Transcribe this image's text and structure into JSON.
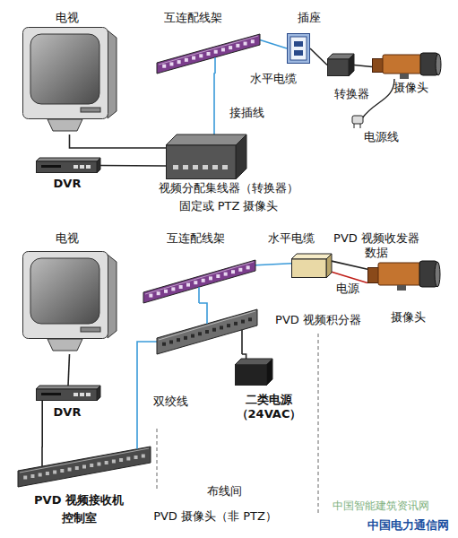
{
  "diagram": {
    "nodes": [
      {
        "text": [
          "电视"
        ]
      },
      {
        "text": [
          "互连配线架"
        ]
      },
      {
        "text": [
          "插座"
        ]
      },
      {
        "text": [
          "转换器"
        ]
      },
      {
        "text": [
          "摄像头"
        ]
      },
      {
        "text": [
          "DVR"
        ]
      },
      {
        "text": [
          "视频分配集线器（转换器）"
        ]
      },
      {
        "text": [
          "电视"
        ]
      },
      {
        "text": [
          "互连配线架"
        ]
      },
      {
        "text": [
          "PVD 视频收发器"
        ]
      },
      {
        "text": [
          "摄像头"
        ]
      },
      {
        "text": [
          "PVD 视频积分器"
        ]
      },
      {
        "text": [
          "DVR"
        ]
      },
      {
        "text": [
          "二类电源 （24VAC）"
        ]
      },
      {
        "text": [
          "PVD 视频接收机"
        ]
      }
    ],
    "edges": [
      {
        "from": 0,
        "to": 6,
        "arrow": "none"
      },
      {
        "from": 5,
        "to": 6,
        "arrow": "none"
      },
      {
        "from": 6,
        "to": 1,
        "label": "接插线",
        "arrow": "none"
      },
      {
        "from": 1,
        "to": 2,
        "label": "水平电缆",
        "arrow": "none"
      },
      {
        "from": 2,
        "to": 3,
        "arrow": "none"
      },
      {
        "from": 3,
        "to": 4,
        "arrow": "none"
      },
      {
        "from": 7,
        "to": 12,
        "arrow": "none"
      },
      {
        "from": 12,
        "to": 14,
        "arrow": "none"
      },
      {
        "from": 14,
        "to": 11,
        "label": "双绞线",
        "arrow": "none"
      },
      {
        "from": 11,
        "to": 8,
        "arrow": "none"
      },
      {
        "from": 8,
        "to": 9,
        "label": "水平电缆",
        "arrow": "none"
      },
      {
        "from": 9,
        "to": 10,
        "label": "数据",
        "arrow": "none"
      },
      {
        "from": 9,
        "to": 10,
        "label": "电源",
        "arrow": "none"
      },
      {
        "from": 13,
        "to": 11,
        "arrow": "none"
      }
    ],
    "labels": [
      "电源线",
      "固定或 PTZ 摄像头",
      "控制室",
      "布线间",
      "PVD 摄像头（非 PTZ）",
      "中国智能建筑资讯网",
      "中国电力通信网"
    ]
  }
}
